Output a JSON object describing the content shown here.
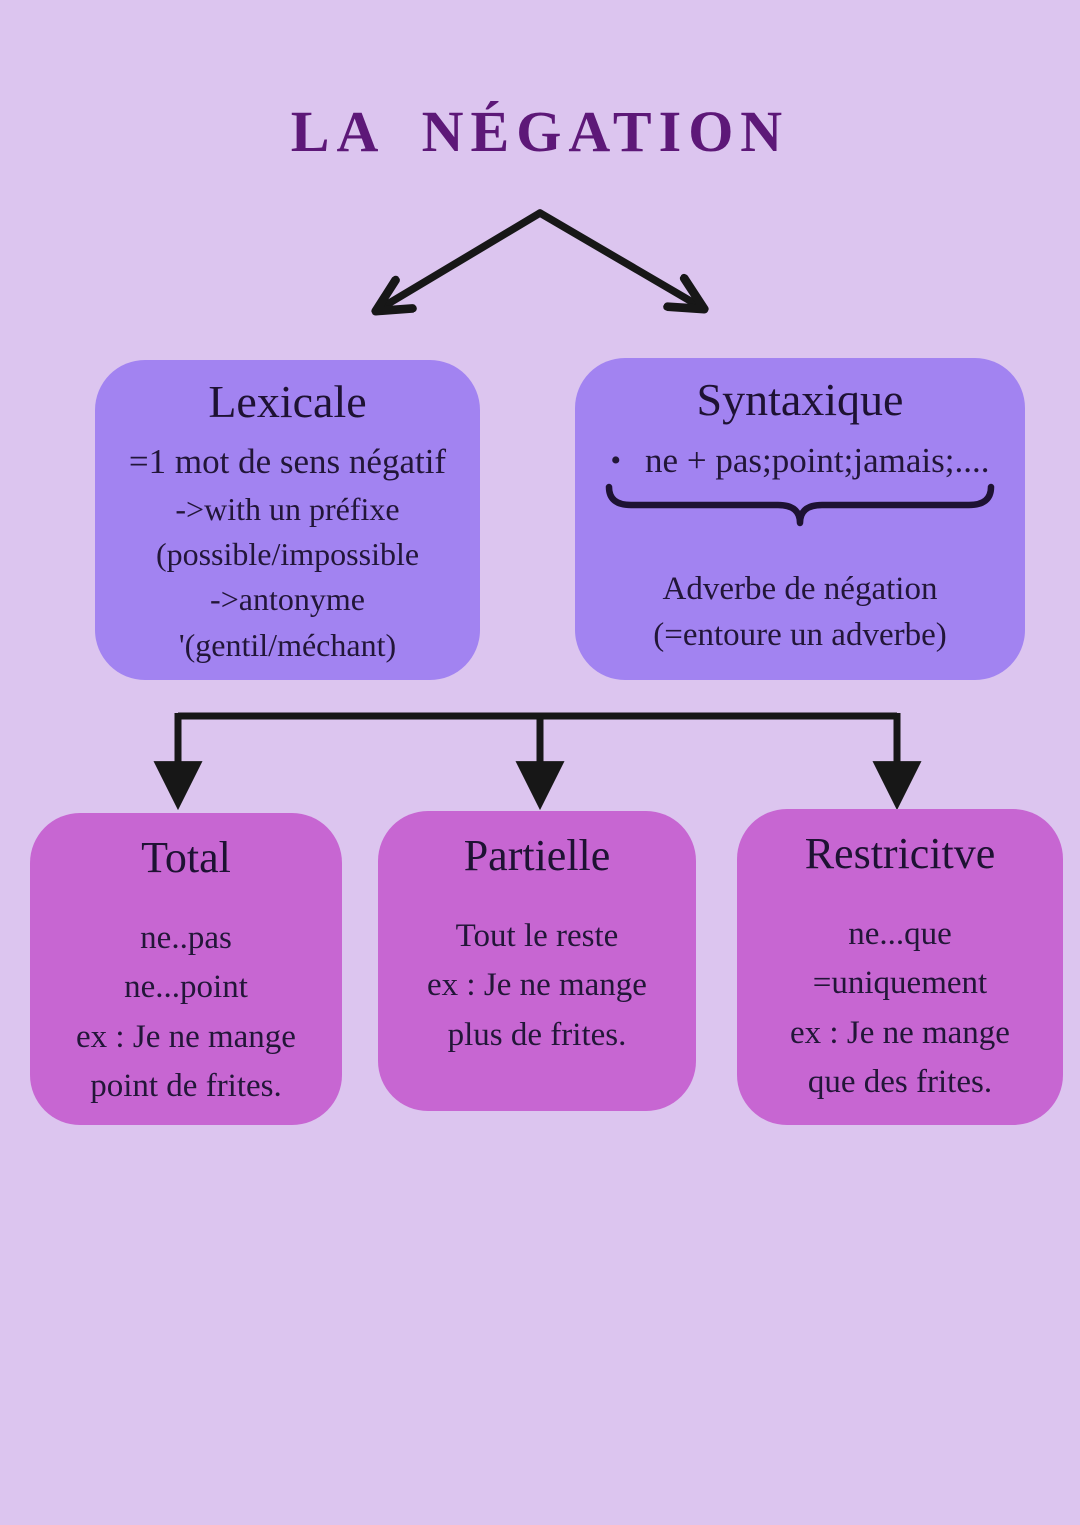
{
  "title": "LA NÉGATION",
  "colors": {
    "background": "#dcc5ef",
    "top_box": "#a283f1",
    "bottom_box": "#c766d2",
    "title_text": "#5d1878",
    "body_text": "#221638",
    "arrow": "#171717"
  },
  "branches": {
    "lexicale": {
      "title": "Lexicale",
      "lines": [
        "=1 mot de sens négatif",
        "->with un préfixe",
        "(possible/impossible",
        "->antonyme",
        "'(gentil/méchant)"
      ]
    },
    "syntaxique": {
      "title": "Syntaxique",
      "bullet": "•",
      "bullet_text": "ne + pas;point;jamais;....",
      "brace_icon": "underbrace-icon",
      "note_lines": [
        "Adverbe de négation",
        "(=entoure un adverbe)"
      ]
    }
  },
  "types": [
    {
      "title": "Total",
      "lines": [
        "ne..pas",
        "ne...point",
        "ex : Je ne mange",
        "point de frites."
      ]
    },
    {
      "title": "Partielle",
      "lines": [
        "Tout le reste",
        "ex : Je ne mange",
        "plus de frites."
      ]
    },
    {
      "title": "Restricitve",
      "lines": [
        "ne...que",
        "=uniquement",
        "ex : Je ne mange",
        "que des frites."
      ]
    }
  ]
}
